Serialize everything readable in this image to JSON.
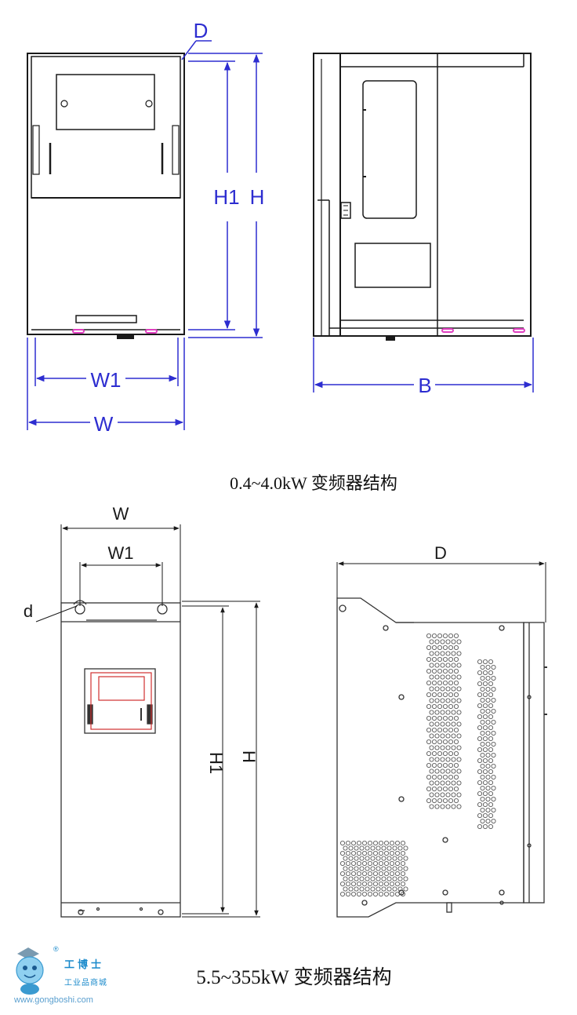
{
  "diagram1": {
    "caption": "0.4~4.0kW 变频器结构",
    "labels": {
      "D": "D",
      "H1": "H1",
      "H": "H",
      "W1": "W1",
      "W": "W",
      "B": "B"
    }
  },
  "diagram2": {
    "caption": "5.5~355kW 变频器结构",
    "labels": {
      "W": "W",
      "W1": "W1",
      "d": "d",
      "H1": "H1",
      "H": "H",
      "D": "D"
    }
  },
  "watermark": {
    "brand": "工博士",
    "subtitle": "工业品商城",
    "url": "www.gongboshi.com",
    "registered": "®"
  },
  "colors": {
    "dimension": "#2d2dd0",
    "outline": "#1a1a1a",
    "display_accent": "#d03030",
    "slot_accent": "#e040c0",
    "watermark": "#1a8acb"
  }
}
